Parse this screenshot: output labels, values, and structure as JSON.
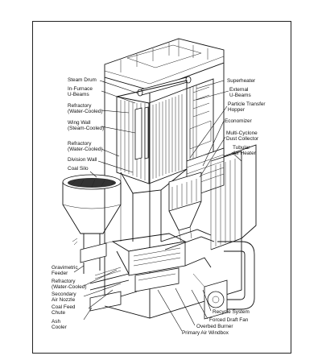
{
  "labels_left": [
    {
      "id": "steam-drum",
      "lines": [
        "Steam Drum"
      ]
    },
    {
      "id": "in-furnace-u-beams",
      "lines": [
        "In-Furnace",
        "U-Beams"
      ]
    },
    {
      "id": "refractory-water-cooled-upper",
      "lines": [
        "Refractory",
        "(Water-Cooled)"
      ]
    },
    {
      "id": "wing-wall",
      "lines": [
        "Wing Wall",
        "(Steam-Cooled)"
      ]
    },
    {
      "id": "refractory-water-cooled-mid",
      "lines": [
        "Refractory",
        "(Water-Cooled)"
      ]
    },
    {
      "id": "division-wall",
      "lines": [
        "Division Wall"
      ]
    },
    {
      "id": "coal-silo",
      "lines": [
        "Coal Silo"
      ]
    },
    {
      "id": "gravimetric-feeder",
      "lines": [
        "Gravimetric",
        "Feeder"
      ]
    },
    {
      "id": "refractory-water-cooled-lower",
      "lines": [
        "Refractory",
        "(Water-Cooled)"
      ]
    },
    {
      "id": "secondary-air-nozzle",
      "lines": [
        "Secondary",
        "Air Nozzle"
      ]
    },
    {
      "id": "coal-feed-chute",
      "lines": [
        "Coal Feed",
        "Chute"
      ]
    },
    {
      "id": "ash-cooler",
      "lines": [
        "Ash",
        "Cooler"
      ]
    }
  ],
  "labels_right": [
    {
      "id": "superheater",
      "lines": [
        "Superheater"
      ]
    },
    {
      "id": "external-u-beams",
      "lines": [
        "External",
        "U-Beams"
      ]
    },
    {
      "id": "particle-transfer-hopper",
      "lines": [
        "Particle Transfer",
        "Hopper"
      ]
    },
    {
      "id": "economizer",
      "lines": [
        "Economizer"
      ]
    },
    {
      "id": "multi-cyclone-dust-collector",
      "lines": [
        "Multi-Cyclone",
        "Dust Collector"
      ]
    },
    {
      "id": "tubular-air-heater",
      "lines": [
        "Tubular",
        "Air Heater"
      ]
    }
  ],
  "labels_bottom": [
    {
      "id": "recycle-system",
      "lines": [
        "Recycle System"
      ]
    },
    {
      "id": "forced-draft-fan",
      "lines": [
        "Forced Draft Fan"
      ]
    },
    {
      "id": "overbed-burner",
      "lines": [
        "Overbed Burner"
      ]
    },
    {
      "id": "primary-air-windbox",
      "lines": [
        "Primary Air Windbox"
      ]
    }
  ]
}
